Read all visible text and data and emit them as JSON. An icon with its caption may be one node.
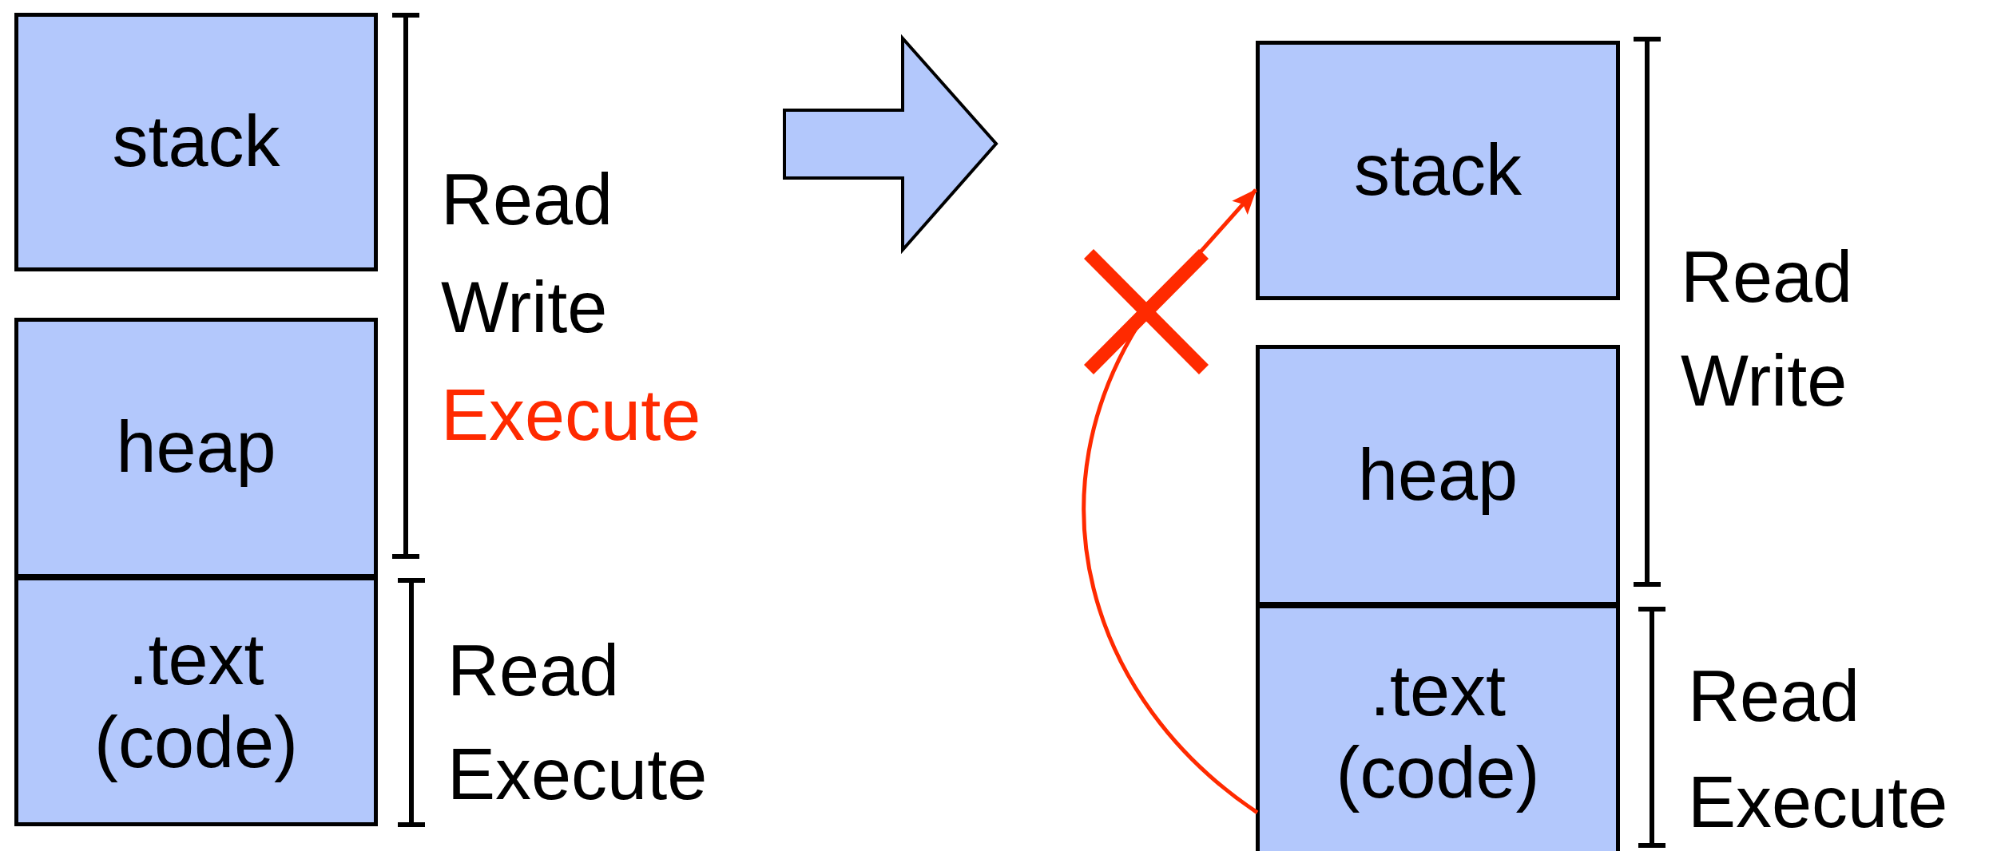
{
  "diagram": {
    "nodes": [
      {
        "text": [
          "stack"
        ]
      },
      {
        "text": [
          "heap"
        ]
      },
      {
        "text": [
          ".text (code)"
        ]
      },
      {
        "text": [
          "stack"
        ]
      },
      {
        "text": [
          "heap"
        ]
      },
      {
        "text": [
          ".text (code)"
        ]
      }
    ],
    "edges": [
      {
        "from": 5,
        "to": 3,
        "arrow": "to",
        "color": "#ff2a00"
      }
    ],
    "labels": [
      "Read",
      "Write",
      "Execute",
      "Read",
      "Execute",
      "Read",
      "Write",
      "Read",
      "Execute"
    ]
  }
}
